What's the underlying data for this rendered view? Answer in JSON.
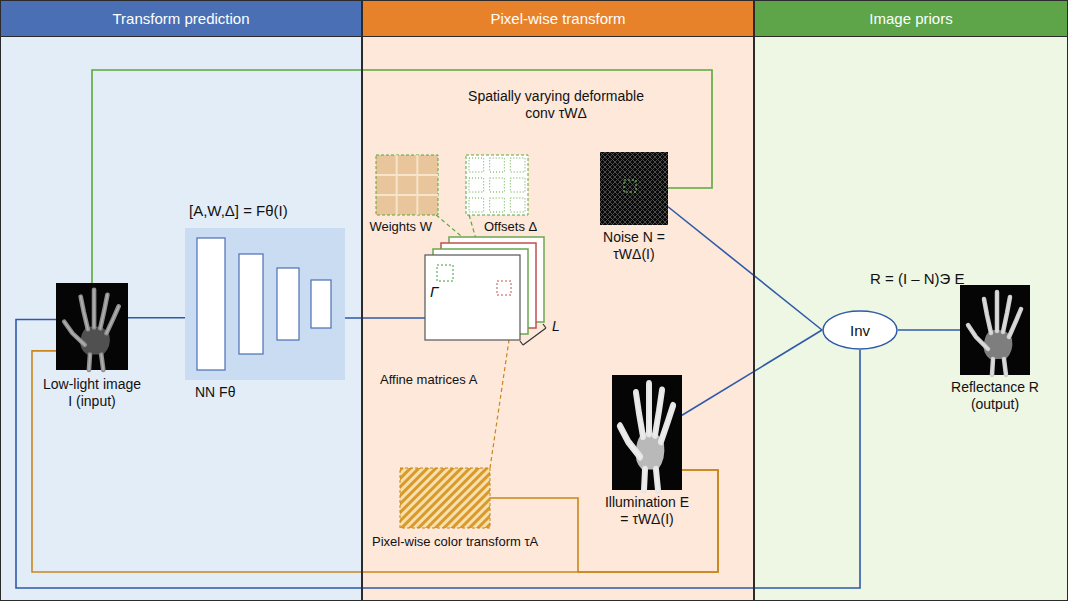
{
  "diagram": {
    "nodes": [
      {
        "text": [
          "Transform prediction"
        ]
      },
      {
        "text": [
          "Low-light image I (input)"
        ],
        "in": 0
      },
      {
        "text": [
          "[A,W,Δ] = Fθ(I)",
          "NN Fθ"
        ],
        "in": 0
      },
      {
        "text": [
          "Pixel-wise transform"
        ]
      },
      {
        "text": [
          "Weights W"
        ],
        "in": 3
      },
      {
        "text": [
          "Offsets Δ"
        ],
        "in": 3
      },
      {
        "text": [
          "Affine matrices A"
        ],
        "in": 3
      },
      {
        "text": [
          "Noise N = τWΔ(I)"
        ],
        "in": 3
      },
      {
        "text": [
          "Pixel-wise color transform τA"
        ],
        "in": 3
      },
      {
        "text": [
          "Illumination E = τWΔ(I)"
        ],
        "in": 3
      },
      {
        "text": [
          "Image priors"
        ]
      },
      {
        "text": [
          "Inv"
        ],
        "in": 10
      },
      {
        "text": [
          "Reflectance R (output)"
        ],
        "in": 10
      }
    ],
    "edges": [
      {
        "from": 1,
        "to": 2,
        "arrow": "none"
      },
      {
        "from": 2,
        "to": 6,
        "arrow": "none"
      },
      {
        "from": 1,
        "to": 7,
        "arrow": "none"
      },
      {
        "from": 4,
        "to": 6,
        "arrow": "none"
      },
      {
        "from": 5,
        "to": 6,
        "arrow": "none"
      },
      {
        "from": 8,
        "to": 6,
        "arrow": "none"
      },
      {
        "from": 7,
        "to": 11,
        "arrow": "none"
      },
      {
        "from": 9,
        "to": 11,
        "arrow": "none"
      },
      {
        "from": 11,
        "to": 12,
        "arrow": "none"
      },
      {
        "from": 1,
        "to": 11,
        "arrow": "none"
      },
      {
        "from": 1,
        "to": 9,
        "arrow": "none"
      },
      {
        "from": 8,
        "to": 9,
        "arrow": "none"
      }
    ],
    "labels": [
      "Spatially varying deformable conv τWΔ",
      "Γ",
      "L",
      "R = (I – N)Э E"
    ]
  }
}
